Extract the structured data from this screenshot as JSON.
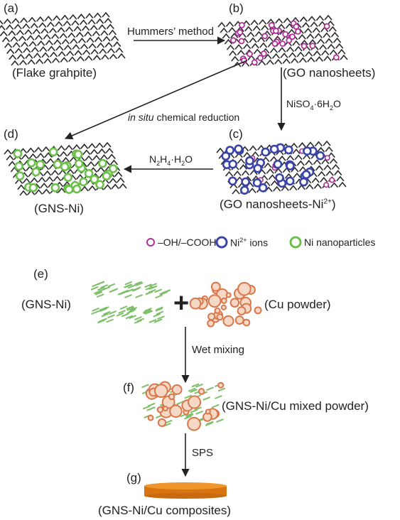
{
  "panels": {
    "a": "(a)",
    "b": "(b)",
    "c": "(c)",
    "d": "(d)",
    "e": "(e)",
    "f": "(f)",
    "g": "(g)"
  },
  "captions": {
    "flake": "(Flake grahpite)",
    "go": "(GO nanosheets)",
    "go_ni": "(GO nanosheets-Ni",
    "go_ni_sup": "2+",
    "go_ni_close": ")",
    "gns_ni_d": "(GNS-Ni)",
    "gns_ni_e": "(GNS-Ni)",
    "cu_powder": "(Cu powder)",
    "mixed": "(GNS-Ni/Cu mixed powder)",
    "composites": "(GNS-Ni/Cu composites)"
  },
  "arrows": {
    "hummers": "Hummers’ method",
    "niso4_a": "NiSO",
    "niso4_sub": "4",
    "niso4_b": "·6H",
    "niso4_sub2": "2",
    "niso4_c": "O",
    "insitu_italic": "in situ",
    "insitu_rest": " chemical reduction",
    "n2h4_a": "N",
    "n2h4_s1": "2",
    "n2h4_b": "H",
    "n2h4_s2": "4",
    "n2h4_c": "·H",
    "n2h4_s3": "2",
    "n2h4_d": "O",
    "wet": "Wet mixing",
    "sps": "SPS",
    "plus": "+"
  },
  "legend": {
    "oh": "–OH/–COOH",
    "ni_ions_a": "Ni",
    "ni_ions_sup": "2+",
    "ni_ions_b": " ions",
    "ni_np": "Ni nanoparticles"
  },
  "colors": {
    "graphene": "#2b2b2b",
    "oh_group": "#b0309a",
    "ni_ion": "#3a44a8",
    "ni_np": "#6cc04a",
    "cu": "#d9774a",
    "gns": "#7fbf6a",
    "pellet": "#ee8a1e",
    "arrow": "#222222"
  }
}
